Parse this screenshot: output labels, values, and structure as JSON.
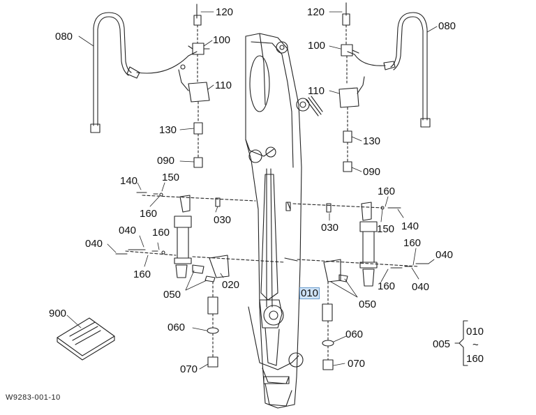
{
  "document_id": "W9283-001-10",
  "highlighted_part": "010",
  "callouts": {
    "c080_l": "080",
    "c080_r": "080",
    "c120_l": "120",
    "c120_r": "120",
    "c100_l": "100",
    "c100_r": "100",
    "c110_l": "110",
    "c110_r": "110",
    "c130_l": "130",
    "c130_r": "130",
    "c090_l": "090",
    "c090_r": "090",
    "c140_l": "140",
    "c140_r": "140",
    "c150_l": "150",
    "c150_r": "150",
    "c160_a": "160",
    "c160_b": "160",
    "c160_c": "160",
    "c160_d": "160",
    "c160_e": "160",
    "c160_f": "160",
    "c030_l": "030",
    "c030_r": "030",
    "c040_a": "040",
    "c040_b": "040",
    "c040_c": "040",
    "c040_d": "040",
    "c020": "020",
    "c010": "010",
    "c050_l": "050",
    "c050_r": "050",
    "c060_l": "060",
    "c060_r": "060",
    "c070_l": "070",
    "c070_r": "070",
    "c900": "900",
    "c005": "005",
    "c005_from": "010",
    "c005_tilde": "~",
    "c005_to": "160"
  }
}
